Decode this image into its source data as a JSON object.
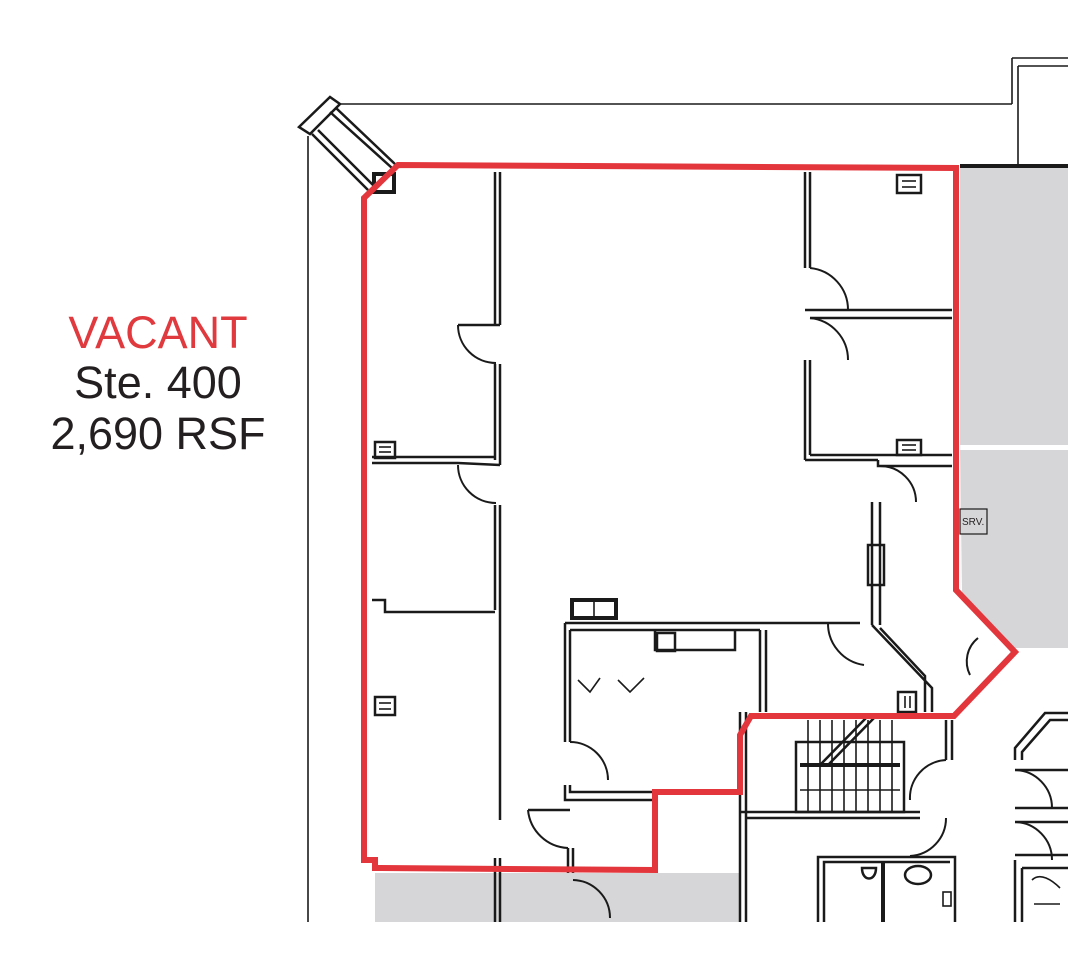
{
  "suite_label": {
    "status": "VACANT",
    "suite": "Ste. 400",
    "area": "2,690 RSF"
  },
  "room_tags": {
    "server": "SRV."
  },
  "colors": {
    "vacant_outline": "#e3363c",
    "vacant_text": "#e0393e",
    "wall": "#1a1a1a",
    "occupied_fill": "#d6d6d8",
    "text": "#231f20"
  }
}
